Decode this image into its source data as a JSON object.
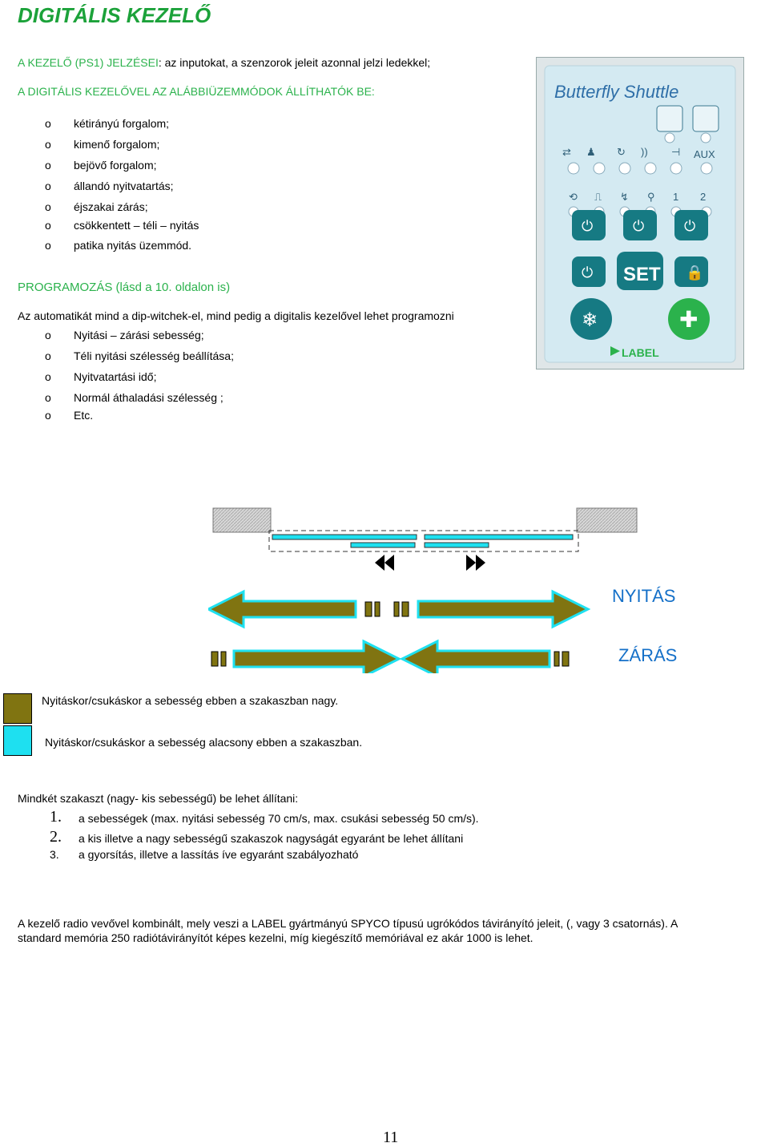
{
  "title": "DIGITÁLIS KEZELŐ",
  "intro": {
    "label": "A KEZELŐ (PS1) JELZÉSEI",
    "text": ": az inputokat, a szenzorok jeleit azonnal jelzi ledekkel;"
  },
  "modes_heading": "A DIGITÁLIS KEZELŐVEL AZ ALÁBBIÜZEMMÓDOK ÁLLÍTHATÓK BE:",
  "modes": [
    "kétirányú forgalom;",
    "kimenő forgalom;",
    "bejövő forgalom;",
    "állandó nyitvatartás;",
    "éjszakai zárás;",
    "csökkentett – téli – nyitás",
    "patika nyitás üzemmód."
  ],
  "prog_heading": "PROGRAMOZÁS (lásd a 10. oldalon is)",
  "prog_text": "Az automatikát mind a dip-witchek-el, mind pedig a digitalis kezelővel lehet programozni",
  "prog_items": [
    "Nyitási – zárási sebesség;",
    "Téli nyitási szélesség beállítása;",
    "Nyitvatartási idő;",
    "Normál áthaladási szélesség ;",
    "Etc."
  ],
  "bullet": "o",
  "panel": {
    "brand": "Butterfly Shuttle",
    "aux_label": "AUX",
    "set_label": "SET",
    "logo": "LABEL",
    "sub1": "1",
    "sub2": "2",
    "colors": {
      "bg": "#d9ecf2",
      "button": "#167a83",
      "led": "#ffffff",
      "green": "#2bb24c"
    }
  },
  "diagram": {
    "open_label": "NYITÁS",
    "close_label": "ZÁRÁS",
    "colors": {
      "fast": "#807411",
      "slow": "#1ee0f0",
      "wall": "#d8d8d8",
      "label": "#1570c8"
    }
  },
  "legend": [
    {
      "color": "#807411",
      "text": "Nyitáskor/csukáskor a sebesség ebben a szakaszban nagy."
    },
    {
      "color": "#1ee0f0",
      "text": "Nyitáskor/csukáskor a sebesség alacsony ebben a szakaszban."
    }
  ],
  "adjust_heading": "Mindkét szakaszt (nagy- kis sebességű) be lehet állítani:",
  "adjust_items": [
    {
      "num": "1.",
      "text": "a sebességek (max. nyitási sebesség 70 cm/s, max. csukási sebesség 50 cm/s)."
    },
    {
      "num": "2.",
      "text": "a kis illetve a nagy sebességű szakaszok nagyságát egyaránt be lehet állítani"
    },
    {
      "num": "3.",
      "text": "a gyorsítás, illetve a lassítás íve egyaránt szabályozható"
    }
  ],
  "radio_text_1": "A kezelő radio vevővel kombinált, mely veszi a LABEL gyártmányú  SPYCO típusú ugrókódos távirányító  jeleit, (, vagy 3 csatornás). A",
  "radio_text_2": "standard memória 250 radiótávirányítót képes kezelni, míg kiegészítő memóriával ez akár 1000 is lehet.",
  "page_number": "11"
}
